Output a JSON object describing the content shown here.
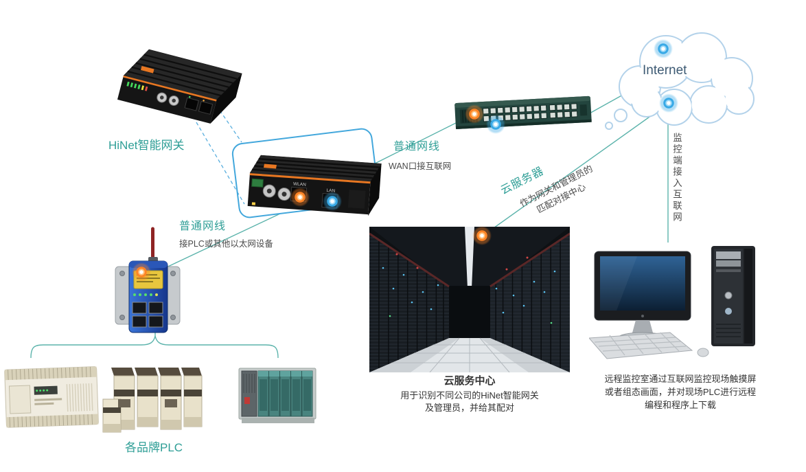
{
  "labels": {
    "hinet_gateway": "HiNet智能网关",
    "internet": "Internet",
    "plc_brands": "各品牌PLC",
    "monitor_access_vertical": "监控端接入互联网"
  },
  "cable_top": {
    "title": "普通网线",
    "note": "WAN口接互联网"
  },
  "cable_left": {
    "title": "普通网线",
    "note": "接PLC或其他以太网设备"
  },
  "cloud_server": {
    "title": "云服务器",
    "note_line1": "作为网关和管理员的",
    "note_line2": "匹配对接中心"
  },
  "cloud_center": {
    "title": "云服务中心",
    "desc_line1": "用于识别不同公司的HiNet智能网关",
    "desc_line2": "及管理员，并给其配对"
  },
  "remote_room": {
    "line1": "远程监控室通过互联网监控现场触摸屏",
    "line2": "或者组态画面，并对现场PLC进行远程",
    "line3": "编程和程序上下载"
  },
  "gateway_ports": {
    "wlan": "WLAN",
    "lan": "LAN"
  },
  "colors": {
    "teal_text": "#2e9e96",
    "dark_text": "#4a4a4a",
    "line": "#5bb3ab",
    "dashed_line": "#58aede",
    "highlight_box": "#42a7dc",
    "cloud_stroke": "#b3d2ea",
    "glow_orange": "#ff7a1a",
    "glow_blue": "#2ea8e8",
    "accent_orange": "#e87722"
  }
}
